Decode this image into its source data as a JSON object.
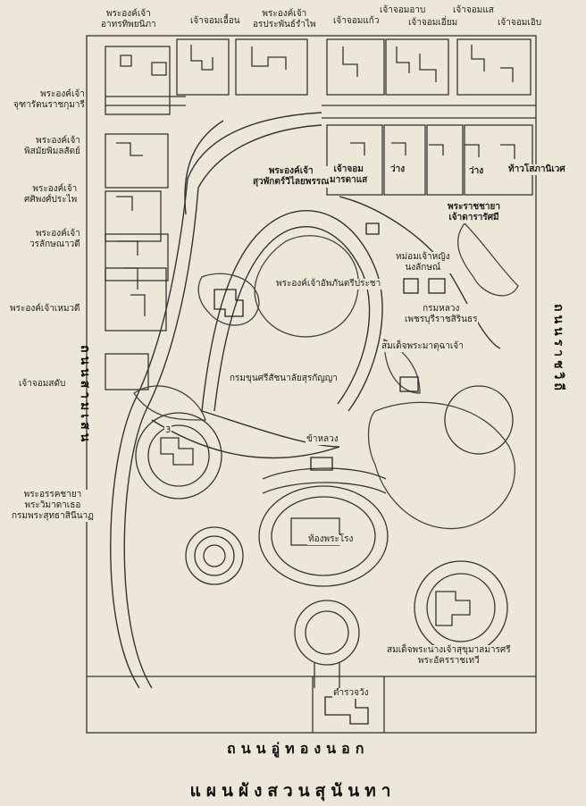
{
  "title": "แผนผังสวนสุนันทา",
  "roads": {
    "west": "ถนนสามเสน",
    "east": "ถนนราชวิถี",
    "south": "ถนนอู่ทองนอก"
  },
  "labels": {
    "arthitthip": "พระองค์เจ้า\nอาทรทิพยนิภา",
    "chao_uean": "เจ้าจอมเอื้อน",
    "orapradit": "พระองค์เจ้า\nอรประพันธ์รำไพ",
    "chao_kaeo": "เจ้าจอมแก้ว",
    "chao_arb": "เจ้าจอมอาบ",
    "chao_iam": "เจ้าจอมเอี่ยม",
    "chao_sae": "เจ้าจอมแส",
    "chao_ib": "เจ้าจอมเอิบ",
    "jutharat": "พระองค์เจ้า\nจุฑารัตนราชกุมารี",
    "phisamai": "พระองค์เจ้า\nพิสมัยพิมลสัตย์",
    "sasiphong": "พระองค์เจ้า\nศศิพงศ์ประไพ",
    "woralak": "พระองค์เจ้า\nวรลักษณาวดี",
    "sawaphak": "พระองค์เจ้า\nสุวพักตร์วิไลยพรรณ",
    "chao_marasae": "เจ้าจอม\nมารดาแส",
    "wang_1": "ว่าง",
    "wang_2": "ว่าง",
    "thao_sok": "ท้าวโสภานิเวศ",
    "dararat": "พระราชชายา\nเจ้าดารารัศมี",
    "mom_nong": "หม่อมเจ้าหญิง\nนงลักษณ์",
    "phetcharat": "กรมหลวง\nเพชรบุรีราชสิรินธร",
    "somdet_mata": "สมเด็จพระมาตุฉาเจ้า",
    "aphan": "พระองค์เจ้าอัพภันตรีประชา",
    "nauwadi": "พระองค์เจ้าเหมวดี",
    "chao_sadap": "เจ้าจอมสดับ",
    "srisatcha": "กรมขุนศรีสัชนาลัยสุรกัญญา",
    "khalong": "ข้าหลวง",
    "phra_akkharat": "พระอรรคชายา\nพระวิมาดาเธอ\nกรมพระสุทธาสินีนาฏ",
    "thong_phra_rong": "ท้องพระโรง",
    "sukhuman": "สมเด็จพระนางเจ้าสุขุมาลมารศรี\nพระอัครราชเทวี",
    "tamruat": "ตำรวจวัง",
    "num_3": "3"
  }
}
